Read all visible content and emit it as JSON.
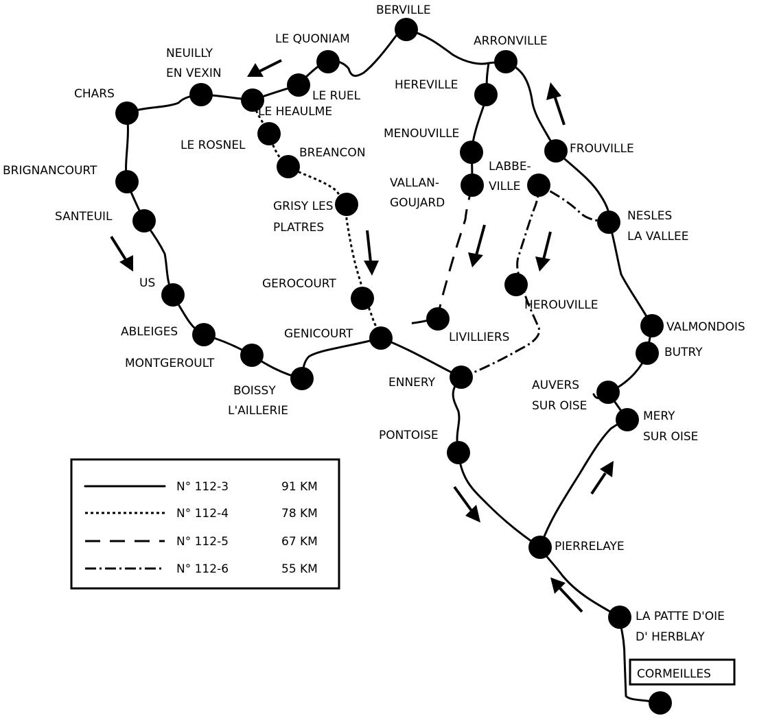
{
  "towns": [
    {
      "id": "berville",
      "lines": [
        "BERVILLE"
      ]
    },
    {
      "id": "le-quoniam",
      "lines": [
        "LE QUONIAM"
      ]
    },
    {
      "id": "arronville",
      "lines": [
        "ARRONVILLE"
      ]
    },
    {
      "id": "neuilly-en-vexin",
      "lines": [
        "NEUILLY",
        "EN VEXIN"
      ]
    },
    {
      "id": "le-ruel",
      "lines": [
        "LE RUEL"
      ]
    },
    {
      "id": "hereville",
      "lines": [
        "HEREVILLE"
      ]
    },
    {
      "id": "chars",
      "lines": [
        "CHARS"
      ]
    },
    {
      "id": "le-heaulme",
      "lines": [
        "LE HEAULME"
      ]
    },
    {
      "id": "menouville",
      "lines": [
        "MENOUVILLE"
      ]
    },
    {
      "id": "le-rosnel",
      "lines": [
        "LE ROSNEL"
      ]
    },
    {
      "id": "breancon",
      "lines": [
        "BREANCON"
      ]
    },
    {
      "id": "frouville",
      "lines": [
        "FROUVILLE"
      ]
    },
    {
      "id": "labbeville",
      "lines": [
        "LABBE-",
        "VILLE"
      ]
    },
    {
      "id": "brignancourt",
      "lines": [
        "BRIGNANCOURT"
      ]
    },
    {
      "id": "vallangoujard",
      "lines": [
        "VALLAN-",
        "GOUJARD"
      ]
    },
    {
      "id": "grisy-les-platres",
      "lines": [
        "GRISY LES",
        "PLATRES"
      ]
    },
    {
      "id": "santeuil",
      "lines": [
        "SANTEUIL"
      ]
    },
    {
      "id": "nesles-la-vallee",
      "lines": [
        "NESLES",
        "LA VALLEE"
      ]
    },
    {
      "id": "us",
      "lines": [
        "US"
      ]
    },
    {
      "id": "gerocourt",
      "lines": [
        "GEROCOURT"
      ]
    },
    {
      "id": "herouville",
      "lines": [
        "HEROUVILLE"
      ]
    },
    {
      "id": "ableiges",
      "lines": [
        "ABLEIGES"
      ]
    },
    {
      "id": "genicourt",
      "lines": [
        "GENICOURT"
      ]
    },
    {
      "id": "valmondois",
      "lines": [
        "VALMONDOIS"
      ]
    },
    {
      "id": "livilliers",
      "lines": [
        "LIVILLIERS"
      ]
    },
    {
      "id": "butry",
      "lines": [
        "BUTRY"
      ]
    },
    {
      "id": "montgeroult",
      "lines": [
        "MONTGEROULT"
      ]
    },
    {
      "id": "boissy-laillerie",
      "lines": [
        "BOISSY",
        "L'AILLERIE"
      ]
    },
    {
      "id": "ennery",
      "lines": [
        "ENNERY"
      ]
    },
    {
      "id": "auvers-sur-oise",
      "lines": [
        "AUVERS",
        "SUR OISE"
      ]
    },
    {
      "id": "mery-sur-oise",
      "lines": [
        "MERY",
        "SUR OISE"
      ]
    },
    {
      "id": "pontoise",
      "lines": [
        "PONTOISE"
      ]
    },
    {
      "id": "pierrelaye",
      "lines": [
        "PIERRELAYE"
      ]
    },
    {
      "id": "la-patte-doie",
      "lines": [
        "LA  PATTE D'OIE",
        "D' HERBLAY"
      ]
    }
  ],
  "start_box": {
    "label": "CORMEILLES"
  },
  "legend": [
    {
      "style": "solid",
      "route": "N° 112-3",
      "distance": "91 KM"
    },
    {
      "style": "dotted",
      "route": "N° 112-4",
      "distance": "78 KM"
    },
    {
      "style": "dashed",
      "route": "N° 112-5",
      "distance": "67 KM"
    },
    {
      "style": "dash-dot",
      "route": "N° 112-6",
      "distance": "55 KM"
    }
  ]
}
